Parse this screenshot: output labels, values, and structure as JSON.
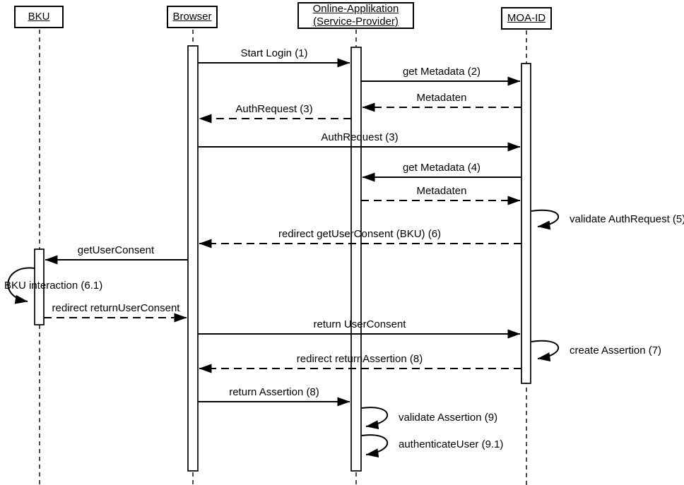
{
  "diagram": {
    "type": "uml-sequence-diagram",
    "colors": {
      "line": "#000000",
      "background": "#ffffff",
      "text": "#000000"
    },
    "participants": [
      {
        "id": "bku",
        "label": "BKU"
      },
      {
        "id": "browser",
        "label": "Browser"
      },
      {
        "id": "online_app",
        "label": "Online-Applikation (Service-Provider)"
      },
      {
        "id": "moa_id",
        "label": "MOA-ID"
      }
    ],
    "messages": [
      {
        "label": "Start Login (1)",
        "type": "solid",
        "from": "Browser",
        "to": "Online-Applikation (Service-Provider)"
      },
      {
        "label": "get Metadata (2)",
        "type": "solid",
        "from": "Online-Applikation (Service-Provider)",
        "to": "MOA-ID"
      },
      {
        "label": "Metadaten",
        "type": "dashed",
        "from": "MOA-ID",
        "to": "Online-Applikation (Service-Provider)"
      },
      {
        "label": "AuthRequest (3)",
        "type": "dashed",
        "from": "Online-Applikation (Service-Provider)",
        "to": "Browser"
      },
      {
        "label": "AuthRequest (3)",
        "type": "solid",
        "from": "Browser",
        "to": "MOA-ID"
      },
      {
        "label": "get Metadata (4)",
        "type": "solid",
        "from": "MOA-ID",
        "to": "Online-Applikation (Service-Provider)"
      },
      {
        "label": "Metadaten",
        "type": "dashed",
        "from": "Online-Applikation (Service-Provider)",
        "to": "MOA-ID"
      },
      {
        "label": "validate AuthRequest (5)",
        "type": "self",
        "from": "MOA-ID",
        "to": "MOA-ID"
      },
      {
        "label": "redirect getUserConsent (BKU) (6)",
        "type": "dashed",
        "from": "MOA-ID",
        "to": "Browser"
      },
      {
        "label": "getUserConsent",
        "type": "solid",
        "from": "Browser",
        "to": "BKU"
      },
      {
        "label": "BKU interaction (6.1)",
        "type": "self",
        "from": "BKU",
        "to": "BKU"
      },
      {
        "label": "redirect returnUserConsent",
        "type": "dashed",
        "from": "BKU",
        "to": "Browser"
      },
      {
        "label": "return UserConsent",
        "type": "solid",
        "from": "Browser",
        "to": "MOA-ID"
      },
      {
        "label": "create Assertion (7)",
        "type": "self",
        "from": "MOA-ID",
        "to": "MOA-ID"
      },
      {
        "label": "redirect returnAssertion (8)",
        "type": "dashed",
        "from": "MOA-ID",
        "to": "Browser"
      },
      {
        "label": "return Assertion (8)",
        "type": "solid",
        "from": "Browser",
        "to": "Online-Applikation (Service-Provider)"
      },
      {
        "label": "validate Assertion (9)",
        "type": "self",
        "from": "Online-Applikation (Service-Provider)",
        "to": "Online-Applikation (Service-Provider)"
      },
      {
        "label": "authenticateUser (9.1)",
        "type": "self",
        "from": "Online-Applikation (Service-Provider)",
        "to": "Online-Applikation (Service-Provider)"
      }
    ]
  }
}
